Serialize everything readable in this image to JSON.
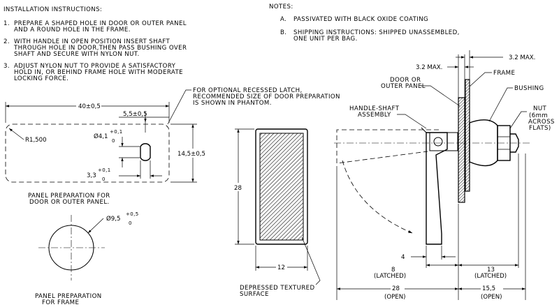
{
  "installation": {
    "heading": "INSTALLATION INSTRUCTIONS:",
    "step1": {
      "num": "1.",
      "l1": "PREPARE A SHAPED HOLE IN DOOR OR OUTER PANEL",
      "l2": "AND A ROUND HOLE IN THE FRAME."
    },
    "step2": {
      "num": "2.",
      "l1": "WITH HANDLE IN OPEN POSITION INSERT SHAFT",
      "l2": "THROUGH HOLE IN DOOR,THEN PASS BUSHING OVER",
      "l3": "SHAFT AND SECURE WITH NYLON NUT."
    },
    "step3": {
      "num": "3.",
      "l1": "ADJUST NYLON NUT TO PROVIDE A SATISFACTORY",
      "l2": "HOLD IN, OR BEHIND FRAME HOLE WITH MODERATE",
      "l3": "LOCKING FORCE."
    }
  },
  "notes": {
    "heading": "NOTES:",
    "a": {
      "letter": "A.",
      "l1": "PASSIVATED WITH BLACK OXIDE COATING"
    },
    "b": {
      "letter": "B.",
      "l1": "SHIPPING INSTRUCTIONS: SHIPPED UNASSEMBLED,",
      "l2": "ONE UNIT PER BAG."
    }
  },
  "recess_note": {
    "l1": "FOR OPTIONAL RECESSED LATCH,",
    "l2": "RECOMMENDED SIZE OF DOOR PREPARATION",
    "l3": "IS SHOWN IN PHANTOM."
  },
  "panel_prep": {
    "width": "40±0,5",
    "offset": "5,5±0,5",
    "height": "14,5±0,5",
    "radius": "R1,500",
    "hole_dia": "Ø4,1",
    "hole_dia_tol_top": "+0,1",
    "hole_dia_tol_bot": "0",
    "slot": "3,3",
    "slot_tol_top": "+0,1",
    "slot_tol_bot": "0",
    "caption_l1": "PANEL PREPARATION FOR",
    "caption_l2": "DOOR OR OUTER PANEL."
  },
  "frame_prep": {
    "dia": "Ø9,5",
    "dia_tol_top": "+0,5",
    "dia_tol_bot": "0",
    "caption_l1": "PANEL PREPARATION",
    "caption_l2": "FOR FRAME"
  },
  "handle_front": {
    "height": "28",
    "width": "12",
    "label_l1": "DEPRESSED TEXTURED",
    "label_l2": "SURFACE"
  },
  "side_view": {
    "max_a": "3.2 MAX.",
    "max_b": "3.2 MAX.",
    "frame": "FRAME",
    "door_l1": "DOOR OR",
    "door_l2": "OUTER PANEL",
    "bushing": "BUSHING",
    "handle_l1": "HANDLE-SHAFT",
    "handle_l2": "ASSEMBLY",
    "nut_l1": "NUT",
    "nut_l2": "(6mm",
    "nut_l3": "ACROSS",
    "nut_l4": "FLATS)",
    "dim4": "4",
    "dim8": "8",
    "dim13": "13",
    "latched_a": "(LATCHED)",
    "latched_b": "(LATCHED)",
    "dim28": "28",
    "dim15": "15,5",
    "open_a": "(OPEN)",
    "open_b": "(OPEN)"
  }
}
